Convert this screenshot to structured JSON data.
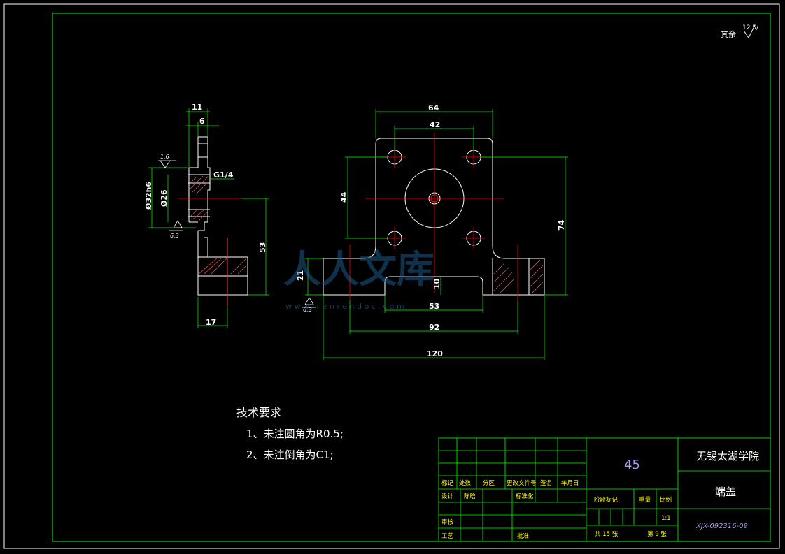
{
  "drawing": {
    "roughness_note": {
      "label": "其余",
      "value": "12.5/"
    },
    "side_view": {
      "dim_top_outer": "11",
      "dim_top_inner": "6",
      "thread": "G1/4",
      "dia_outer": "Ø32h6",
      "dia_inner": "Ø26",
      "height": "53",
      "width_bottom": "17",
      "roughness_top": "1.6",
      "roughness_bottom": "6.3"
    },
    "front_view": {
      "width_top": "64",
      "hole_spacing_x": "42",
      "hole_spacing_y": "44",
      "height_total": "74",
      "base_height": "21",
      "slot_depth": "10",
      "slot_width": "53",
      "hole_spacing_base": "92",
      "width_total": "120",
      "roughness_base": "6.3"
    },
    "watermark": {
      "text": "人人文库",
      "url": "w w w . r e n r e n d o c . c o m"
    }
  },
  "tech_requirements": {
    "title": "技术要求",
    "items": [
      "1、未注圆角为R0.5;",
      "2、未注倒角为C1;"
    ]
  },
  "title_block": {
    "material": "45",
    "school": "无锡太湖学院",
    "part_name": "端盖",
    "drawing_no": "XJX-092316-09",
    "labels": {
      "mark": "标记",
      "count": "处数",
      "zone": "分区",
      "change_doc": "更改文件号",
      "sign": "签名",
      "date": "年月日",
      "design": "设计",
      "signature_abbr": "陈晗",
      "standard": "标准化",
      "stage_mark": "阶段标记",
      "weight": "重量",
      "scale": "比例",
      "review": "审核",
      "process": "工艺",
      "approve": "批准",
      "scale_value": "1:1",
      "total_sheets": "共 15 张",
      "sheet_no": "第 9 张"
    }
  },
  "colors": {
    "frame": "#00ff00",
    "outline": "#ffffff",
    "center": "#ff0000",
    "hatch": "#ff0000",
    "dim_text": "#ffffff",
    "tb_text": "#ffff00",
    "tb_name": "#ffffff",
    "tb_material": "#a0a0ff",
    "tb_dwgno": "#a0a0ff"
  }
}
